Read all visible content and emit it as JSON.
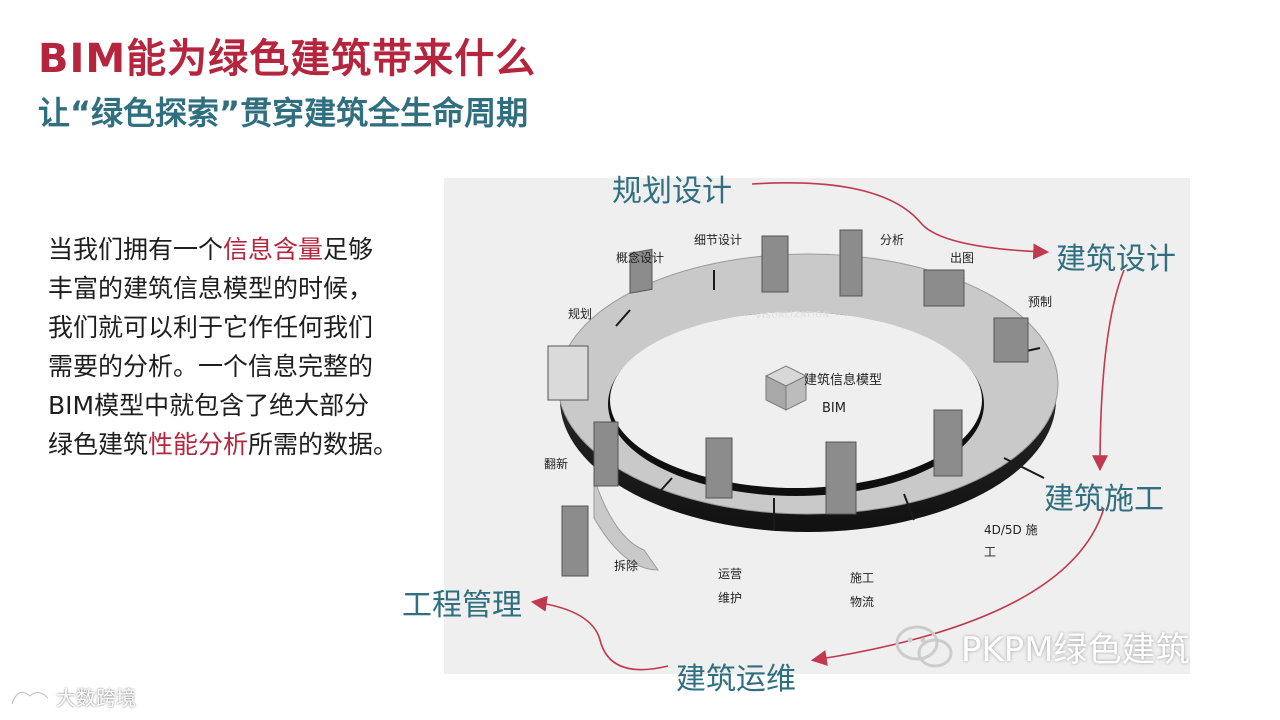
{
  "slide": {
    "title": "BIM能为绿色建筑带来什么",
    "subtitle": "让“绿色探索”贯穿建筑全生命周期"
  },
  "body": {
    "lines": [
      [
        {
          "text": "当我们拥有一个"
        },
        {
          "text": "信息含量",
          "highlight": true
        },
        {
          "text": "足够"
        }
      ],
      [
        {
          "text": "丰富的建筑信息模型的时候，"
        }
      ],
      [
        {
          "text": "我们就可以利于它作任何我们"
        }
      ],
      [
        {
          "text": "需要的分析。一个信息完整的"
        }
      ],
      [
        {
          "text": "BIM模型中就包含了绝大部分"
        }
      ],
      [
        {
          "text": "绿色建筑"
        },
        {
          "text": "性能分析",
          "highlight": true
        },
        {
          "text": "所需的数据。"
        }
      ]
    ]
  },
  "stages": {
    "planning_design": "规划设计",
    "architectural_design": "建筑设计",
    "construction": "建筑施工",
    "operation": "建筑运维",
    "project_management": "工程管理"
  },
  "diagram": {
    "ring_labels": [
      {
        "key": "guihua",
        "text": "规划"
      },
      {
        "key": "gainian",
        "text": "概念设计"
      },
      {
        "key": "xijie",
        "text": "细节设计"
      },
      {
        "key": "fenxi",
        "text": "分析"
      },
      {
        "key": "chutu",
        "text": "出图"
      },
      {
        "key": "yuzhi",
        "text": "预制"
      },
      {
        "key": "sg_line1",
        "text": "4D/5D 施"
      },
      {
        "key": "sg_line2",
        "text": "工"
      },
      {
        "key": "wl_line1",
        "text": "施工"
      },
      {
        "key": "wl_line2",
        "text": "物流"
      },
      {
        "key": "yy_line1",
        "text": "运营"
      },
      {
        "key": "yy_line2",
        "text": "维护"
      },
      {
        "key": "chaichu",
        "text": "拆除"
      },
      {
        "key": "fanxin",
        "text": "翻新"
      }
    ],
    "ring_band_label": "VISUALIZATION",
    "center_label": "建筑信息模型",
    "center_sublabel": "BIM"
  },
  "watermark": {
    "text": "PKPM绿色建筑"
  },
  "corner_logo": {
    "text": "大数跨境"
  },
  "colors": {
    "title": "#b5263e",
    "subtitle": "#2f6f80",
    "highlight": "#b5263e",
    "stage_text": "#2f6f80",
    "arrow": "#c0394e"
  }
}
